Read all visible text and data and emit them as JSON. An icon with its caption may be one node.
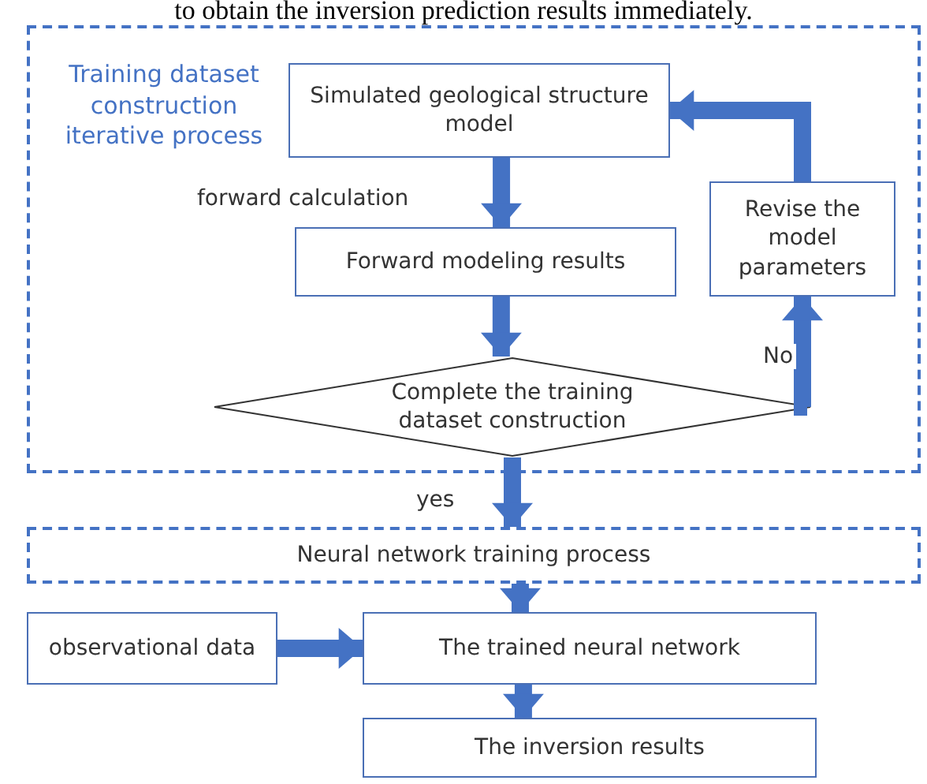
{
  "diagram": {
    "nodes": [
      {
        "text": [
          "Training dataset construction iterative process"
        ]
      },
      {
        "text": [
          "Simulated geological structure model"
        ],
        "in": 0
      },
      {
        "text": [
          "Forward modeling results"
        ],
        "in": 0
      },
      {
        "text": [
          "Complete the training dataset construction"
        ],
        "in": 0
      },
      {
        "text": [
          "Revise the model parameters"
        ],
        "in": 0
      },
      {
        "text": [
          "Neural network training process"
        ]
      },
      {
        "text": [
          "observational data"
        ]
      },
      {
        "text": [
          "The trained neural network"
        ]
      },
      {
        "text": [
          "The inversion results"
        ]
      }
    ],
    "edges": [
      {
        "from": 1,
        "to": 2,
        "arrow": "to",
        "label": "forward calculation"
      },
      {
        "from": 2,
        "to": 3,
        "arrow": "to"
      },
      {
        "from": 3,
        "to": 4,
        "arrow": "to",
        "label": "No"
      },
      {
        "from": 4,
        "to": 1,
        "arrow": "to"
      },
      {
        "from": 3,
        "to": 5,
        "arrow": "to",
        "label": "yes"
      },
      {
        "from": 5,
        "to": 7,
        "arrow": "to"
      },
      {
        "from": 6,
        "to": 7,
        "arrow": "to"
      },
      {
        "from": 7,
        "to": 8,
        "arrow": "to"
      }
    ],
    "labels": [
      "to obtain the inversion prediction results immediately."
    ]
  }
}
